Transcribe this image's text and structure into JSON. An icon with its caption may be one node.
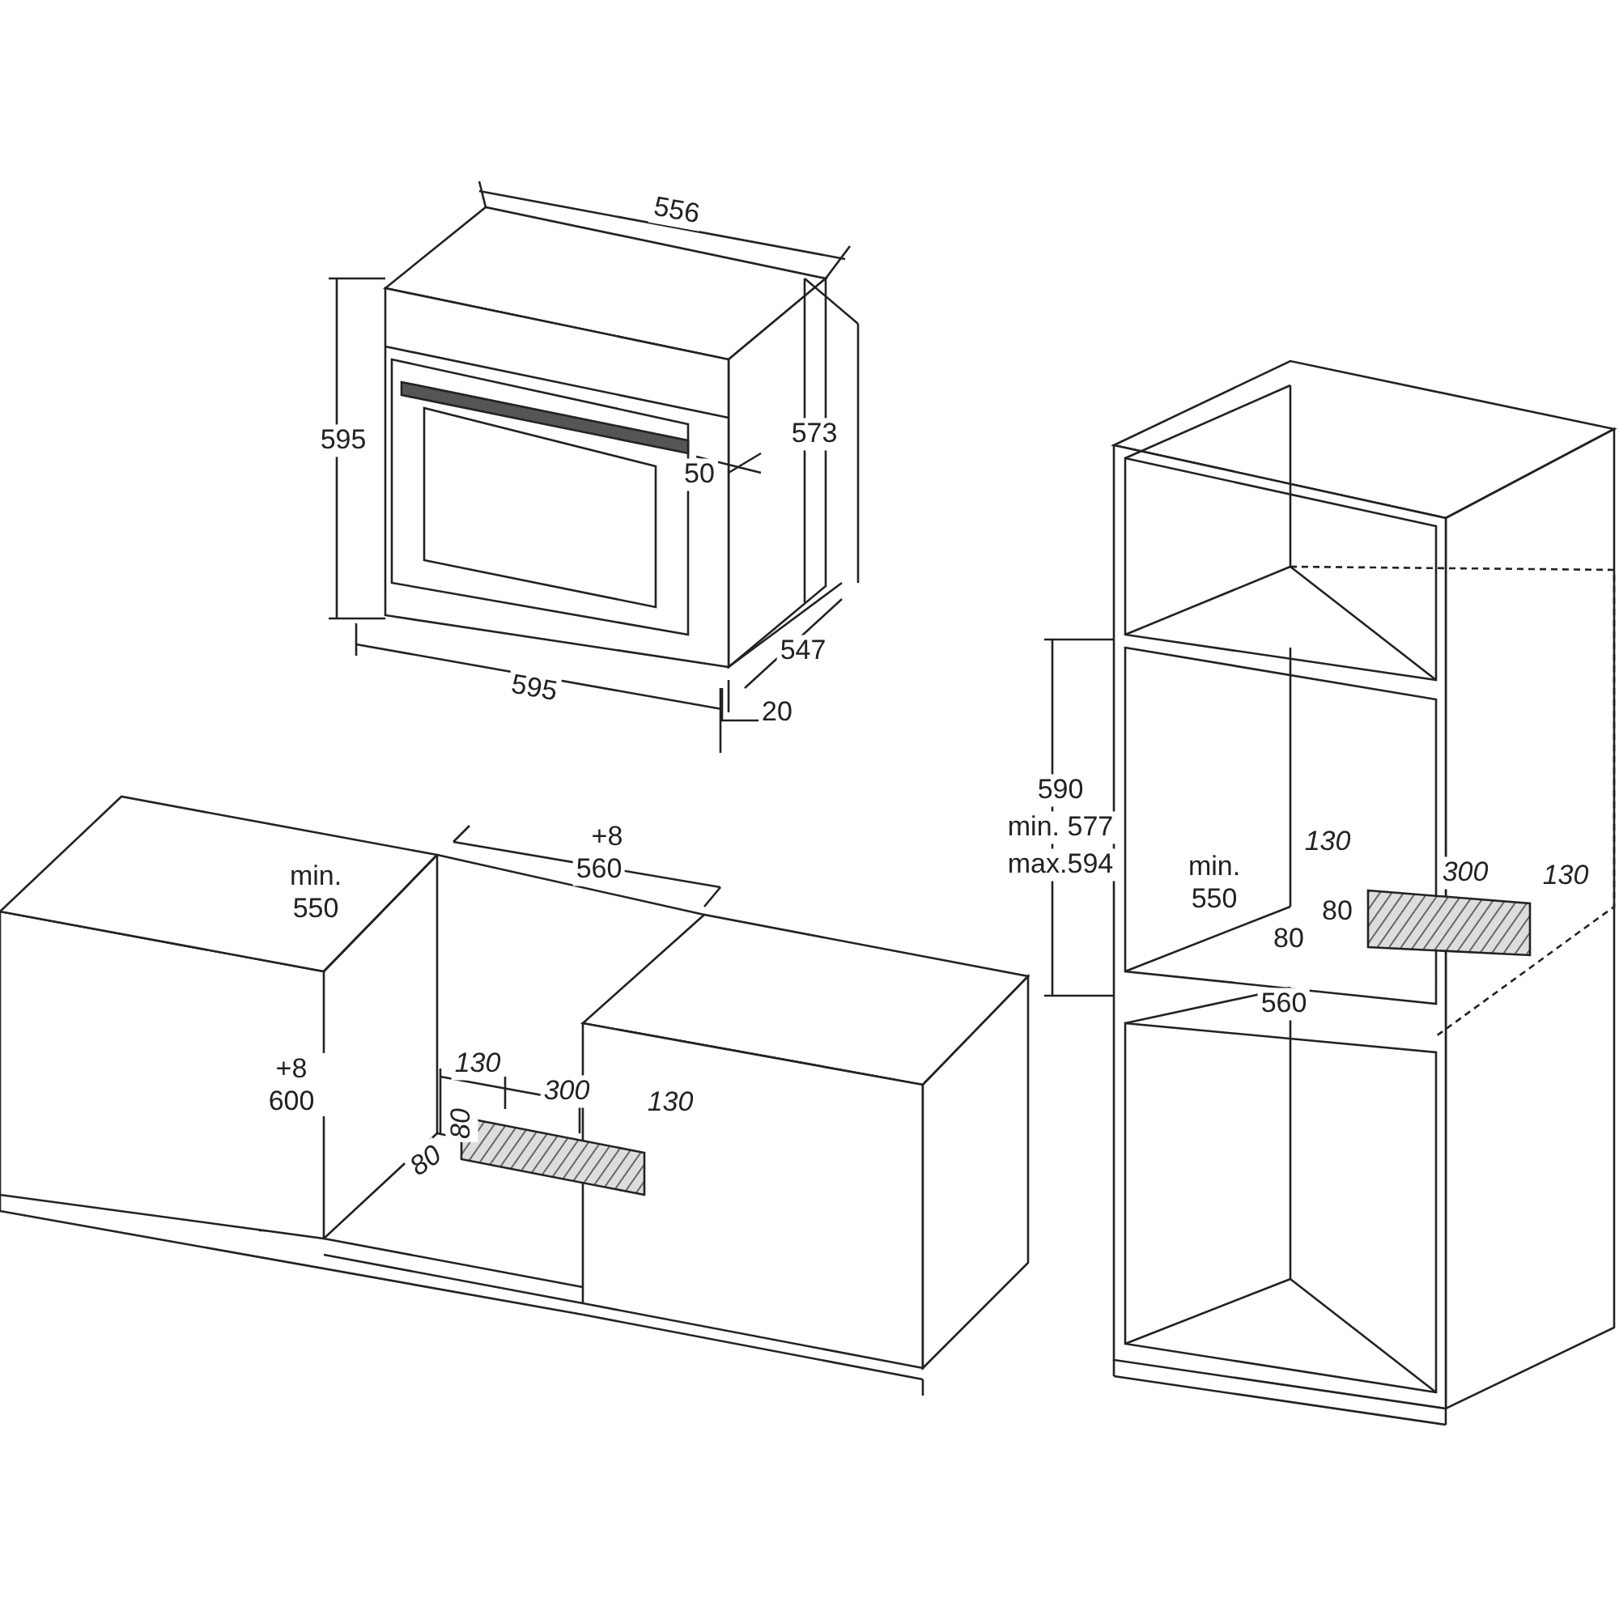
{
  "diagram": {
    "labels": [
      "556",
      "595",
      "573",
      "50",
      "547",
      "595",
      "20",
      "+8",
      "560",
      "min. 550",
      "+8 600",
      "130",
      "300",
      "130",
      "80",
      "80",
      "590",
      "min. 577",
      "max.594",
      "min. 550",
      "130",
      "300",
      "130",
      "80",
      "80",
      "560"
    ]
  }
}
